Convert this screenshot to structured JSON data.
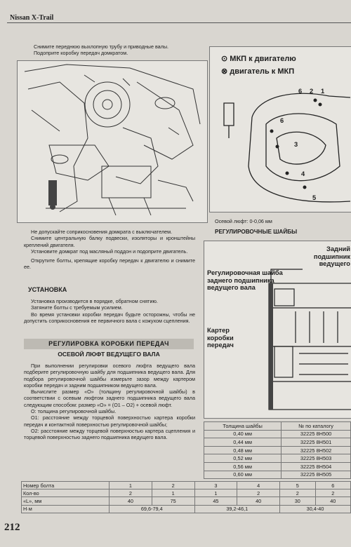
{
  "header": {
    "title": "Nissan X-Trail"
  },
  "top_steps": [
    "Снимите переднюю выхлопную трубу и приводные валы.",
    "Подоприте коробку передач домкратом."
  ],
  "mid_text": [
    "Не допускайте соприкосновения домкрата с выключателем.",
    "Снимите центральную балку подвески, изоляторы и кронштейны креплений двигателя.",
    "Установите домкрат под масляный поддон и подоприте двигатель.",
    "Открутите болты, крепящие коробку передач к двигателю и снимите ее."
  ],
  "install": {
    "title": "УСТАНОВКА",
    "paras": [
      "Установка производится в порядке, обратном снятию.",
      "Затяните болты с требуемым усилием.",
      "Во время установки коробки передач будьте осторожны, чтобы не допустить соприкосновения ее первичного вала с кожухом сцепления."
    ]
  },
  "adjust": {
    "banner": "РЕГУЛИРОВКА КОРОБКИ ПЕРЕДАЧ",
    "subtitle": "ОСЕВОЙ ЛЮФТ ВЕДУЩЕГО ВАЛА",
    "paras": [
      "При выполнении регулировки осевого люфта ведущего вала подберите регулировочную шайбу для подшипника ведущего вала. Для подбора регулировочной шайбы измерьте зазор между картером коробки передач и задним подшипником ведущего вала.",
      "Вычислите размер «О» (толщину регулировочной шайбы) в соответствии с осевым люфтом заднего подшипника ведущего вала следующим способом: размер «О» = (О1 – О2) + осевой люфт.",
      "О: толщина регулировочной шайбы.",
      "О1: расстояние между торцевой поверхностью картера коробки передач и контактной поверхностью регулировочной шайбы;",
      "О2: расстояние между торцевой поверхностью картера сцепления и торцевой поверхностью заднего подшипника ведущего вала."
    ]
  },
  "legend": {
    "item1": "МКП к двигателю",
    "item2": "двигатель к МКП",
    "bolt_numbers": [
      "1",
      "2",
      "3",
      "4",
      "5",
      "6",
      "6"
    ]
  },
  "axial_play": "Осевой люфт: 0-0,06 мм",
  "shims_title": "РЕГУЛИРОВОЧНЫЕ ШАЙБЫ",
  "shim_figure": {
    "label_right": "Задний подшипник ведущего",
    "label_shim": "Регулировочная шайба заднего подшипника ведущего вала",
    "label_case": "Картер коробки передач"
  },
  "shim_table": {
    "headers": [
      "Толщина шайбы",
      "№ по каталогу"
    ],
    "rows": [
      [
        "0,40 мм",
        "32225 8H500"
      ],
      [
        "0,44 мм",
        "32225 8H501"
      ],
      [
        "0,48 мм",
        "32225 8H502"
      ],
      [
        "0,52 мм",
        "32225 8H503"
      ],
      [
        "0,56 мм",
        "32225 8H504"
      ],
      [
        "0,60 мм",
        "32225 8H505"
      ]
    ]
  },
  "bolt_table": {
    "rows": [
      [
        "Номер болта",
        "1",
        "2",
        "3",
        "4",
        "5",
        "6"
      ],
      [
        "Кол-во",
        "2",
        "1",
        "1",
        "2",
        "2",
        "2"
      ],
      [
        "«L», мм",
        "40",
        "75",
        "45",
        "40",
        "30",
        "40"
      ],
      [
        "Н·м",
        "",
        "69,6-79,4",
        "",
        "39,2-46,1",
        "",
        "30,4-40"
      ]
    ]
  },
  "page_number": "212",
  "colors": {
    "paper": "#d9d6d0",
    "banner": "#bdbab3",
    "ink": "#1d1d1d"
  }
}
